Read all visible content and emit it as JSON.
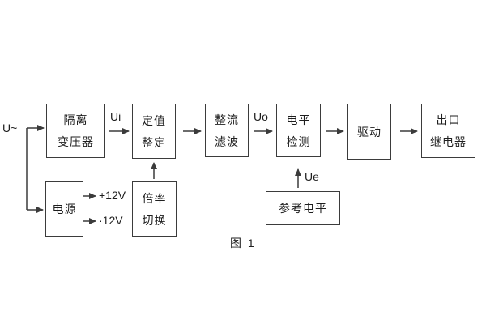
{
  "diagram": {
    "caption": "图 1",
    "input": {
      "label": "U~"
    },
    "signals": {
      "ui": "Ui",
      "uo": "Uo",
      "ue": "Ue"
    },
    "power_rails": {
      "plus": "+12V",
      "minus": "·12V"
    },
    "blocks": {
      "isolation_transformer": {
        "line1": "隔离",
        "line2": "变压器"
      },
      "setpoint_setting": {
        "line1": "定值",
        "line2": "整定"
      },
      "rectifier_filter": {
        "line1": "整流",
        "line2": "滤波"
      },
      "level_detection": {
        "line1": "电平",
        "line2": "检测"
      },
      "driver": {
        "line1": "驱动"
      },
      "output_relay": {
        "line1": "出口",
        "line2": "继电器"
      },
      "power_supply": {
        "line1": "电源"
      },
      "ratio_switch": {
        "line1": "倍率",
        "line2": "切换"
      },
      "reference_level": {
        "line1": "参考电平"
      }
    },
    "colors": {
      "line": "#3b3b3b",
      "text": "#1f1f1f",
      "background": "#ffffff"
    }
  }
}
